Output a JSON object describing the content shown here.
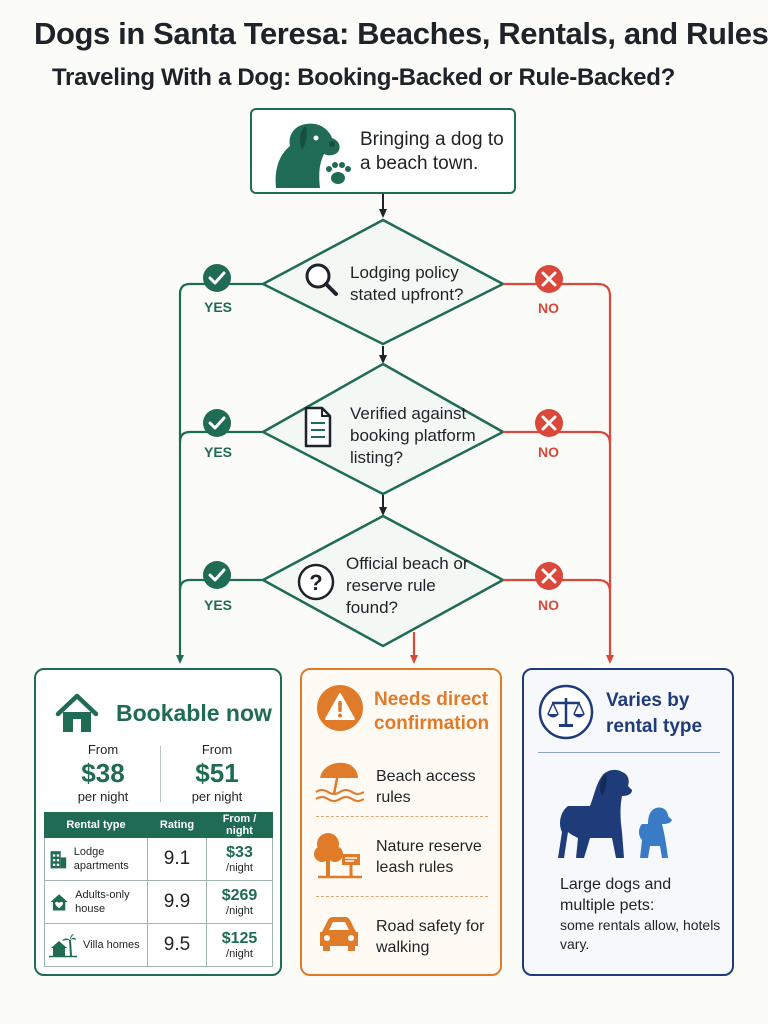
{
  "title": "Dogs in Santa Teresa: Beaches, Rentals, and Rules.",
  "subtitle": "Traveling With a Dog: Booking-Backed or Rule-Backed?",
  "start": {
    "text": "Bringing a dog to a beach town."
  },
  "questions": [
    {
      "text": "Lodging policy stated upfront?",
      "yes": "YES",
      "no": "NO"
    },
    {
      "text": "Verified against booking platform listing?",
      "yes": "YES",
      "no": "NO"
    },
    {
      "text": "Official beach or reserve rule found?",
      "yes": "YES",
      "no": "NO"
    }
  ],
  "bookable": {
    "title": "Bookable now",
    "prices": [
      {
        "from": "From",
        "value": "$38",
        "unit": "per night"
      },
      {
        "from": "From",
        "value": "$51",
        "unit": "per night"
      }
    ],
    "table": {
      "headers": [
        "Rental type",
        "Rating",
        "From / night"
      ],
      "rows": [
        {
          "type": "Lodge apartments",
          "rating": "9.1",
          "price": "$33",
          "unit": "/night",
          "icon": "building-icon"
        },
        {
          "type": "Adults-only house",
          "rating": "9.9",
          "price": "$269",
          "unit": "/night",
          "icon": "house-heart-icon"
        },
        {
          "type": "Villa homes",
          "rating": "9.5",
          "price": "$125",
          "unit": "/night",
          "icon": "villa-palm-icon"
        }
      ]
    }
  },
  "confirm": {
    "title": "Needs direct confirmation",
    "items": [
      {
        "text": "Beach access rules",
        "icon": "beach-umbrella-icon"
      },
      {
        "text": "Nature reserve leash rules",
        "icon": "tree-sign-icon"
      },
      {
        "text": "Road safety for walking",
        "icon": "car-icon"
      }
    ]
  },
  "varies": {
    "title": "Varies by rental type",
    "main": "Large dogs and multiple pets:",
    "sub": "some rentals allow, hotels vary."
  },
  "colors": {
    "green": "#1f6b53",
    "red": "#d9483b",
    "orange": "#e07b2a",
    "blue": "#1f3c7a"
  }
}
